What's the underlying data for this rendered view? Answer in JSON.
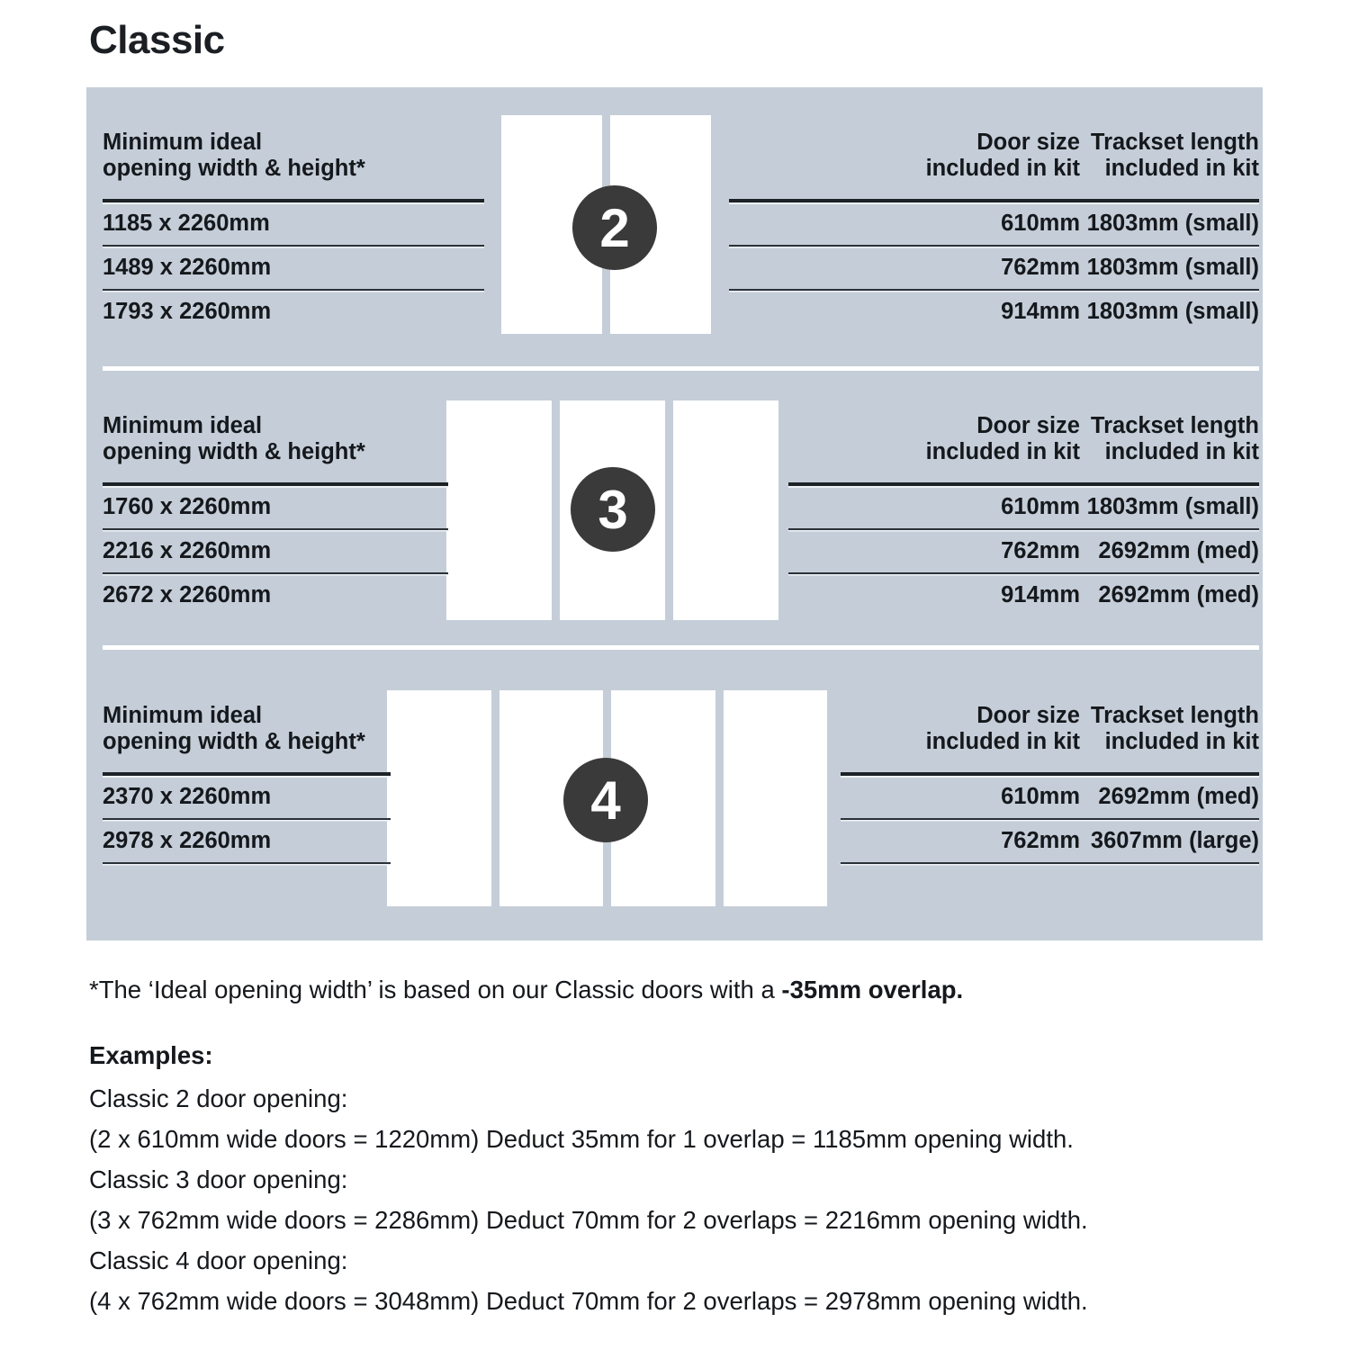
{
  "page_title": "Classic",
  "colors": {
    "card_background": "#c5ced8",
    "badge_fill": "#3a3a3a",
    "rule_dark": "#1d2227",
    "door_fill": "#ffffff",
    "text": "#15181c"
  },
  "panels": [
    {
      "door_count_label": "2",
      "door_count": 2,
      "headers": {
        "opening": "Minimum ideal\nopening width & height*",
        "door_size": "Door size\nincluded in kit",
        "trackset": "Trackset length\nincluded in kit"
      },
      "rows": [
        {
          "opening": "1185 x 2260mm",
          "door_size": "610mm",
          "trackset": "1803mm (small)"
        },
        {
          "opening": "1489 x 2260mm",
          "door_size": "762mm",
          "trackset": "1803mm (small)"
        },
        {
          "opening": "1793 x 2260mm",
          "door_size": "914mm",
          "trackset": "1803mm (small)"
        }
      ]
    },
    {
      "door_count_label": "3",
      "door_count": 3,
      "headers": {
        "opening": "Minimum ideal\nopening width & height*",
        "door_size": "Door size\nincluded in kit",
        "trackset": "Trackset length\nincluded in kit"
      },
      "rows": [
        {
          "opening": "1760 x 2260mm",
          "door_size": "610mm",
          "trackset": "1803mm (small)"
        },
        {
          "opening": "2216 x 2260mm",
          "door_size": "762mm",
          "trackset": "2692mm (med)"
        },
        {
          "opening": "2672 x 2260mm",
          "door_size": "914mm",
          "trackset": "2692mm (med)"
        }
      ]
    },
    {
      "door_count_label": "4",
      "door_count": 4,
      "headers": {
        "opening": "Minimum ideal\nopening width & height*",
        "door_size": "Door size\nincluded in kit",
        "trackset": "Trackset length\nincluded in kit"
      },
      "rows": [
        {
          "opening": "2370 x 2260mm",
          "door_size": "610mm",
          "trackset": "2692mm (med)"
        },
        {
          "opening": "2978 x 2260mm",
          "door_size": "762mm",
          "trackset": "3607mm (large)"
        }
      ]
    }
  ],
  "footnote": {
    "prefix": "*The ‘Ideal opening width’ is based on our Classic doors with a ",
    "bold": "-35mm overlap."
  },
  "examples": {
    "title": "Examples:",
    "lines": [
      "Classic 2 door opening:",
      "(2 x 610mm wide doors = 1220mm)  Deduct 35mm for 1 overlap = 1185mm opening width.",
      "Classic 3 door opening:",
      "(3 x 762mm wide doors = 2286mm)  Deduct 70mm for 2 overlaps = 2216mm opening width.",
      "Classic 4 door opening:",
      "(4 x 762mm wide doors = 3048mm)  Deduct 70mm for 2 overlaps = 2978mm opening width."
    ]
  }
}
